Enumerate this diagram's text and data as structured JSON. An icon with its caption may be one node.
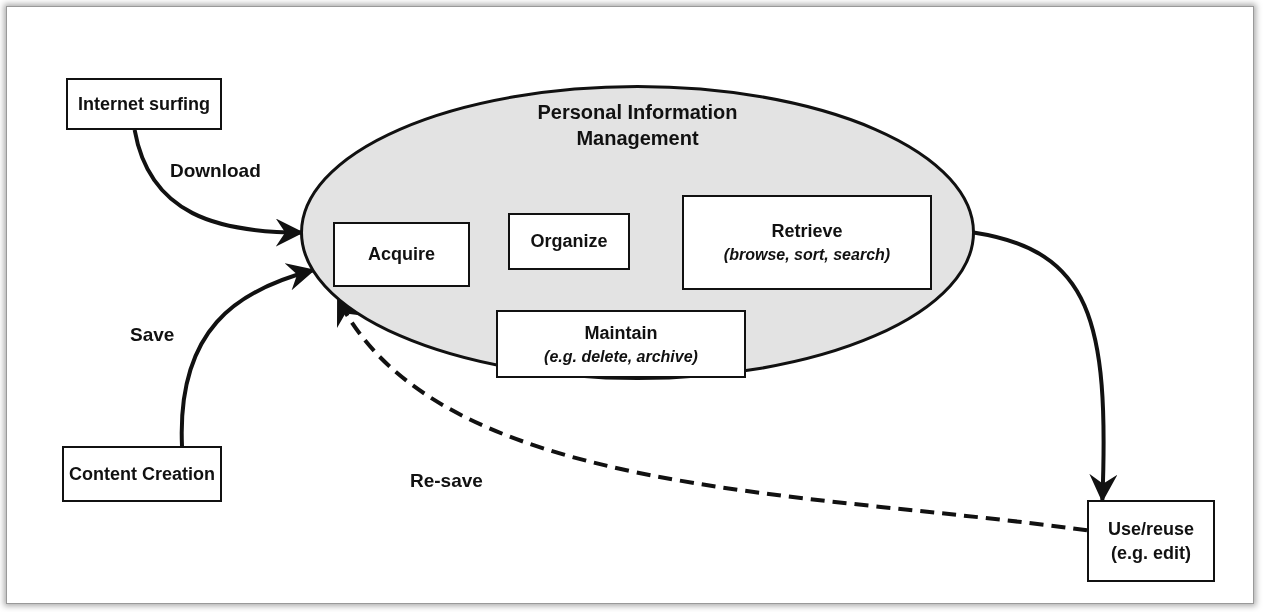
{
  "diagram": {
    "nodes": [
      {
        "text": [
          "Internet surfing"
        ]
      },
      {
        "text": [
          "Content Creation"
        ]
      },
      {
        "text": [
          "Personal Information Management"
        ]
      },
      {
        "text": [
          "Acquire"
        ],
        "in": 2
      },
      {
        "text": [
          "Organize"
        ],
        "in": 2
      },
      {
        "text": [
          "Retrieve",
          "(browse, sort, search)"
        ],
        "in": 2
      },
      {
        "text": [
          "Maintain",
          "(e.g. delete, archive)"
        ],
        "in": 2
      },
      {
        "text": [
          "Use/reuse (e.g. edit)"
        ]
      }
    ],
    "edges": [
      {
        "from": 0,
        "to": 2,
        "arrow": "to",
        "label": "Download"
      },
      {
        "from": 1,
        "to": 2,
        "arrow": "to",
        "label": "Save"
      },
      {
        "from": 7,
        "to": 2,
        "arrow": "to",
        "label": "Re-save",
        "style": "dashed"
      },
      {
        "from": 2,
        "to": 7,
        "arrow": "to"
      }
    ]
  }
}
